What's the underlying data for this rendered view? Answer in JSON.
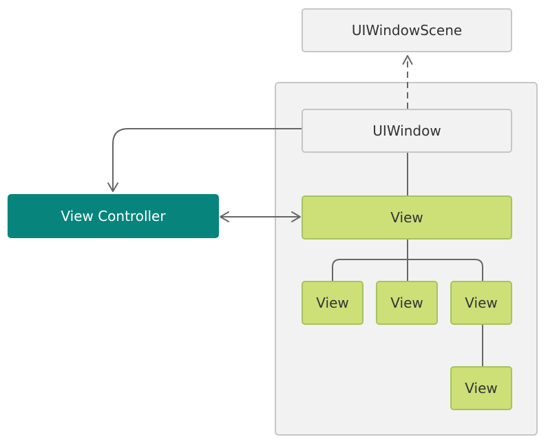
{
  "diagram": {
    "nodes": {
      "scene": "UIWindowScene",
      "window": "UIWindow",
      "controller": "View Controller",
      "view_main": "View",
      "view_child_1": "View",
      "view_child_2": "View",
      "view_child_3": "View",
      "view_grandchild": "View"
    },
    "edges": [
      {
        "from": "window",
        "to": "scene",
        "style": "dashed",
        "arrow": "end"
      },
      {
        "from": "window",
        "to": "controller",
        "style": "solid",
        "arrow": "end"
      },
      {
        "from": "controller",
        "to": "view_main",
        "style": "solid",
        "arrow": "both"
      },
      {
        "from": "window",
        "to": "view_main",
        "style": "solid",
        "arrow": "none"
      },
      {
        "from": "view_main",
        "to": "view_child_1",
        "style": "solid",
        "arrow": "none"
      },
      {
        "from": "view_main",
        "to": "view_child_2",
        "style": "solid",
        "arrow": "none"
      },
      {
        "from": "view_main",
        "to": "view_child_3",
        "style": "solid",
        "arrow": "none"
      },
      {
        "from": "view_child_3",
        "to": "view_grandchild",
        "style": "solid",
        "arrow": "none"
      }
    ],
    "colors": {
      "gray_fill": "#f2f2f2",
      "gray_border": "#c6c6c6",
      "green_fill": "#cddf77",
      "green_border": "#a4c45e",
      "teal_fill": "#07857c",
      "line": "#666666"
    }
  }
}
